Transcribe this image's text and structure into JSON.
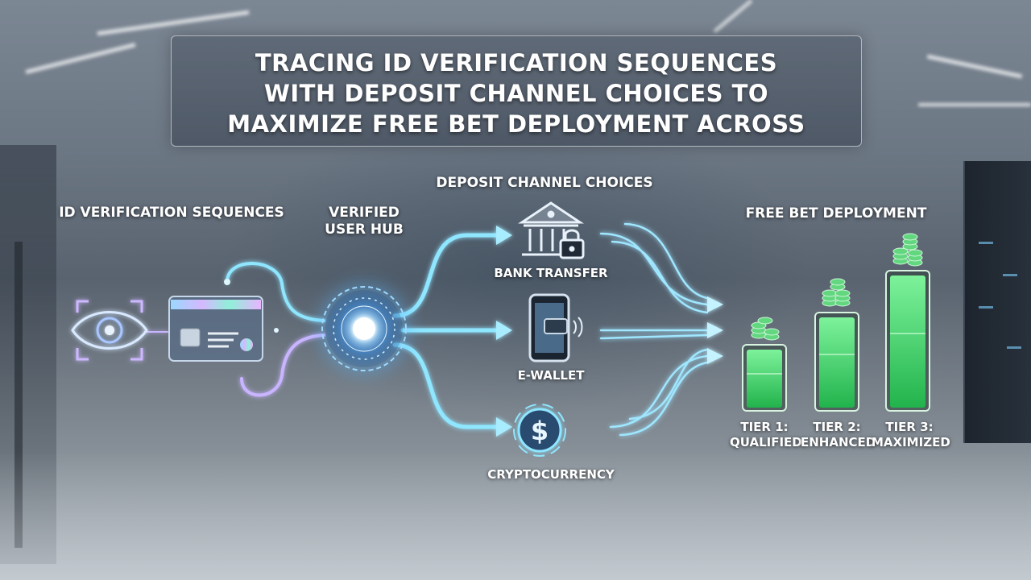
{
  "title": {
    "line1": "TRACING ID VERIFICATION SEQUENCES",
    "line2": "WITH DEPOSIT CHANNEL CHOICES TO",
    "line3": "MAXIMIZE FREE BET DEPLOYMENT ACROSS"
  },
  "sections": {
    "id_verification": "ID VERIFICATION SEQUENCES",
    "hub_line1": "VERIFIED",
    "hub_line2": "USER HUB",
    "deposit_channels": "DEPOSIT CHANNEL CHOICES",
    "free_bet": "FREE BET DEPLOYMENT"
  },
  "channels": {
    "bank": "BANK TRANSFER",
    "ewallet": "E-WALLET",
    "crypto": "CRYPTOCURRENCY"
  },
  "tiers": [
    {
      "line1": "TIER 1:",
      "line2": "QUALIFIED"
    },
    {
      "line1": "TIER 2:",
      "line2": "ENHANCED"
    },
    {
      "line1": "TIER 3:",
      "line2": "MAXIMIZED"
    }
  ],
  "icons": {
    "eye": "eye-scan-icon",
    "card": "id-card-icon",
    "bank": "bank-lock-icon",
    "phone": "phone-wallet-icon",
    "crypto": "dollar-coin-icon",
    "coins": "coin-stack-icon"
  },
  "colors": {
    "flow": "#8fe6ff",
    "glow": "#5ab8ff",
    "bar": "#3fd36a",
    "coin": "#63d77f"
  }
}
